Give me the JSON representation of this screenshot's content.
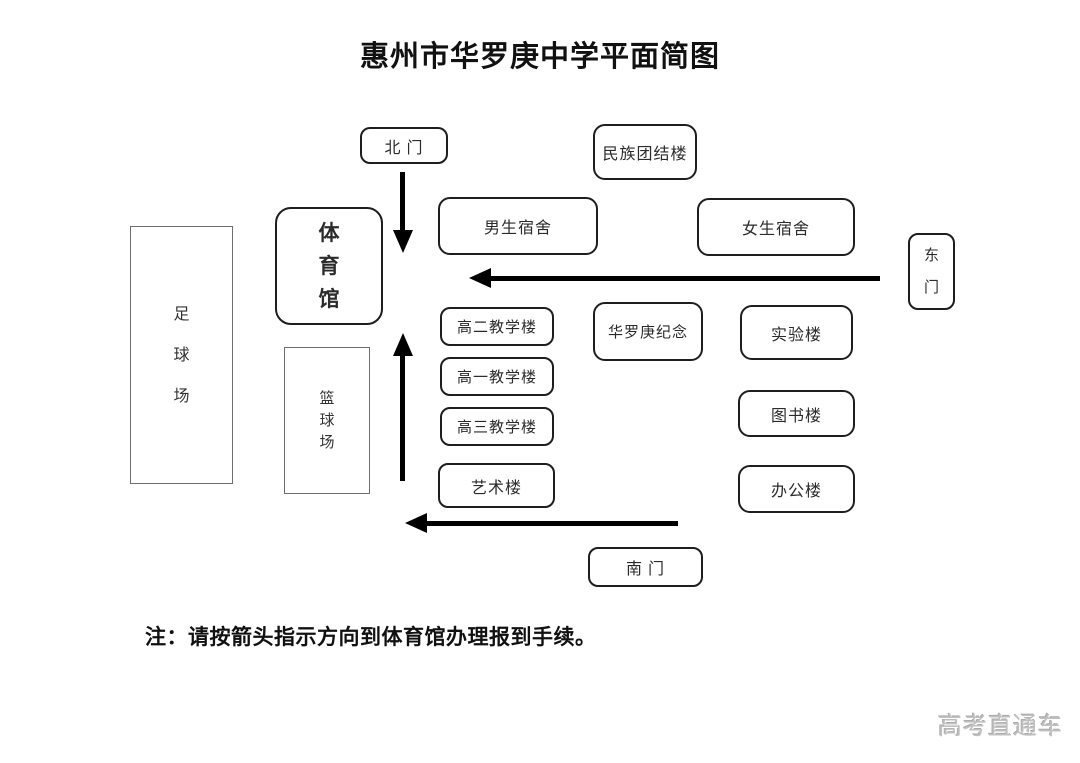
{
  "title": "惠州市华罗庚中学平面简图",
  "buildings": {
    "north_gate": "北 门",
    "ethnic_unity_building": "民族团结楼",
    "gymnasium": "体 育 馆",
    "boys_dormitory": "男生宿舍",
    "girls_dormitory": "女生宿舍",
    "east_gate": "东 门",
    "football_field": "足 球 场",
    "basketball_court": "篮 球 场",
    "grade2_teaching_building": "高二教学楼",
    "grade1_teaching_building": "高一教学楼",
    "grade3_teaching_building": "高三教学楼",
    "art_building": "艺术楼",
    "hualuogeng_memorial": "华罗庚纪念",
    "laboratory_building": "实验楼",
    "library_building": "图书楼",
    "office_building": "办公楼",
    "south_gate": "南 门"
  },
  "note": "注：请按箭头指示方向到体育馆办理报到手续。",
  "watermark": "高考直通车"
}
